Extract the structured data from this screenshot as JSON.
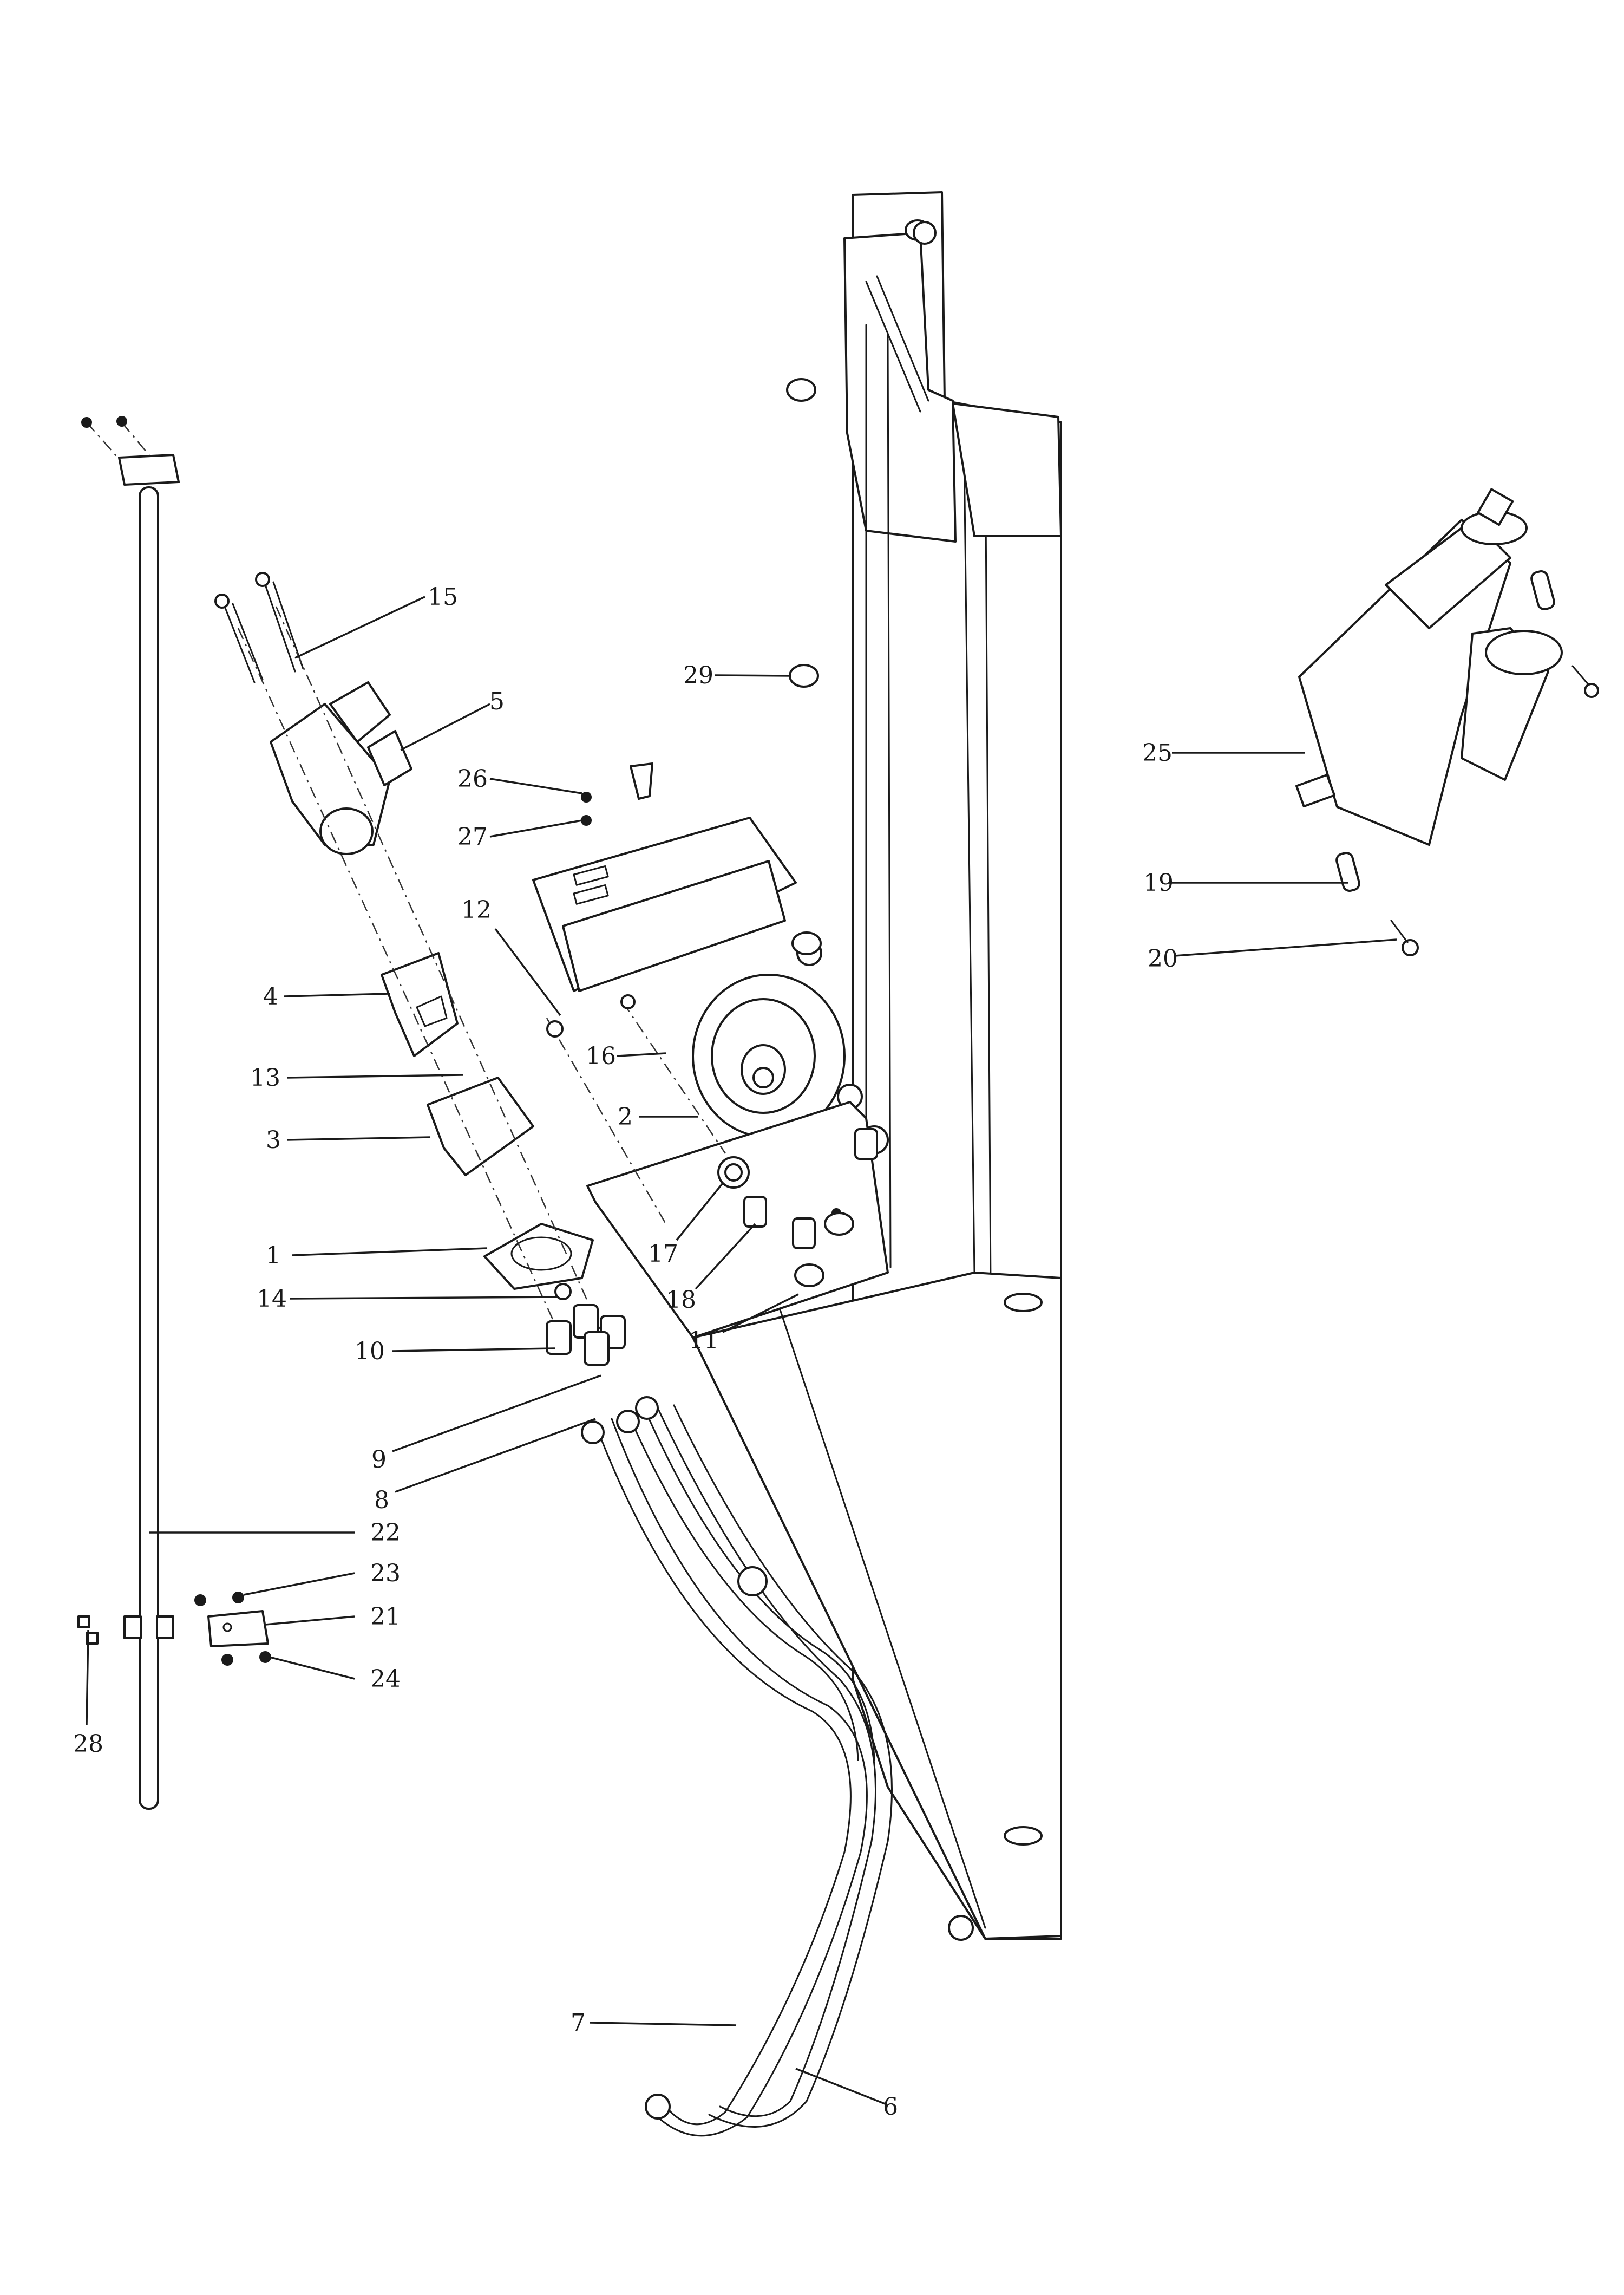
{
  "diagram": {
    "type": "exploded-parts-drawing",
    "callouts": [
      {
        "id": "c1",
        "label": "1"
      },
      {
        "id": "c2",
        "label": "2"
      },
      {
        "id": "c3",
        "label": "3"
      },
      {
        "id": "c4",
        "label": "4"
      },
      {
        "id": "c5",
        "label": "5"
      },
      {
        "id": "c6",
        "label": "6"
      },
      {
        "id": "c7",
        "label": "7"
      },
      {
        "id": "c8",
        "label": "8"
      },
      {
        "id": "c9",
        "label": "9"
      },
      {
        "id": "c10",
        "label": "10"
      },
      {
        "id": "c11",
        "label": "11"
      },
      {
        "id": "c12",
        "label": "12"
      },
      {
        "id": "c13",
        "label": "13"
      },
      {
        "id": "c14",
        "label": "14"
      },
      {
        "id": "c15",
        "label": "15"
      },
      {
        "id": "c16",
        "label": "16"
      },
      {
        "id": "c17",
        "label": "17"
      },
      {
        "id": "c18",
        "label": "18"
      },
      {
        "id": "c19",
        "label": "19"
      },
      {
        "id": "c20",
        "label": "20"
      },
      {
        "id": "c21",
        "label": "21"
      },
      {
        "id": "c22",
        "label": "22"
      },
      {
        "id": "c23",
        "label": "23"
      },
      {
        "id": "c24",
        "label": "24"
      },
      {
        "id": "c25",
        "label": "25"
      },
      {
        "id": "c26",
        "label": "26"
      },
      {
        "id": "c27",
        "label": "27"
      },
      {
        "id": "c28",
        "label": "28"
      },
      {
        "id": "c29",
        "label": "29"
      }
    ]
  },
  "colors": {
    "line": "#1a1a1a",
    "background": "#ffffff"
  }
}
